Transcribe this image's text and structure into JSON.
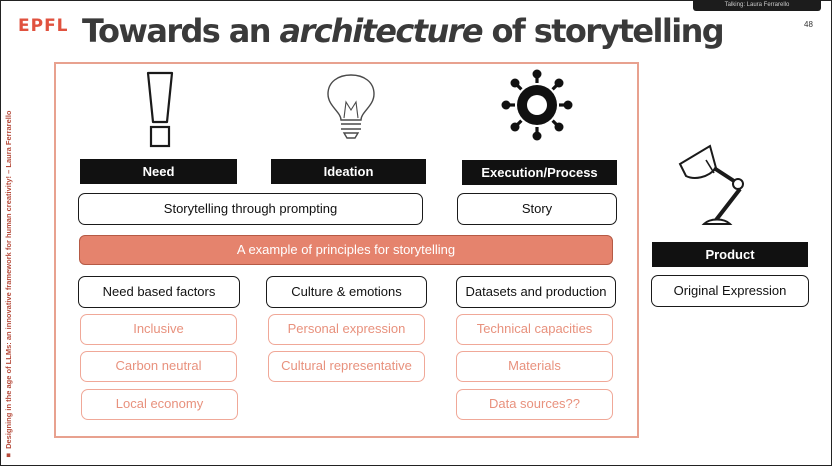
{
  "header": {
    "logo": "EPFL",
    "title_part1": "Towards an ",
    "title_italic": "architecture",
    "title_part2": " of storytelling",
    "page_number": "48",
    "banner_text": "Talking: Laura Ferrarello"
  },
  "sidebar_text": "■ Designing in the age of LLMs: an innovative framework for human creativity! – Laura Ferrarello",
  "icons": {
    "need": "exclamation-icon",
    "ideation": "lightbulb-icon",
    "execution": "gear-icon",
    "product": "desk-lamp-icon"
  },
  "columns": {
    "need": {
      "heading": "Need",
      "category": "Need based factors",
      "items": [
        "Inclusive",
        "Carbon neutral",
        "Local economy"
      ]
    },
    "ideation": {
      "heading": "Ideation",
      "category": "Culture & emotions",
      "items": [
        "Personal expression",
        "Cultural representative"
      ]
    },
    "execution": {
      "heading": "Execution/Process",
      "story": "Story",
      "category": "Datasets and production",
      "items": [
        "Technical capacities",
        "Materials",
        "Data sources??"
      ]
    }
  },
  "storytelling_prompting": "Storytelling through prompting",
  "principles_bar": "A example of principles for storytelling",
  "product": {
    "heading": "Product",
    "value": "Original Expression"
  },
  "colors": {
    "accent": "#e5836d",
    "logo": "#e0523f",
    "border_light": "#e8a18f"
  }
}
